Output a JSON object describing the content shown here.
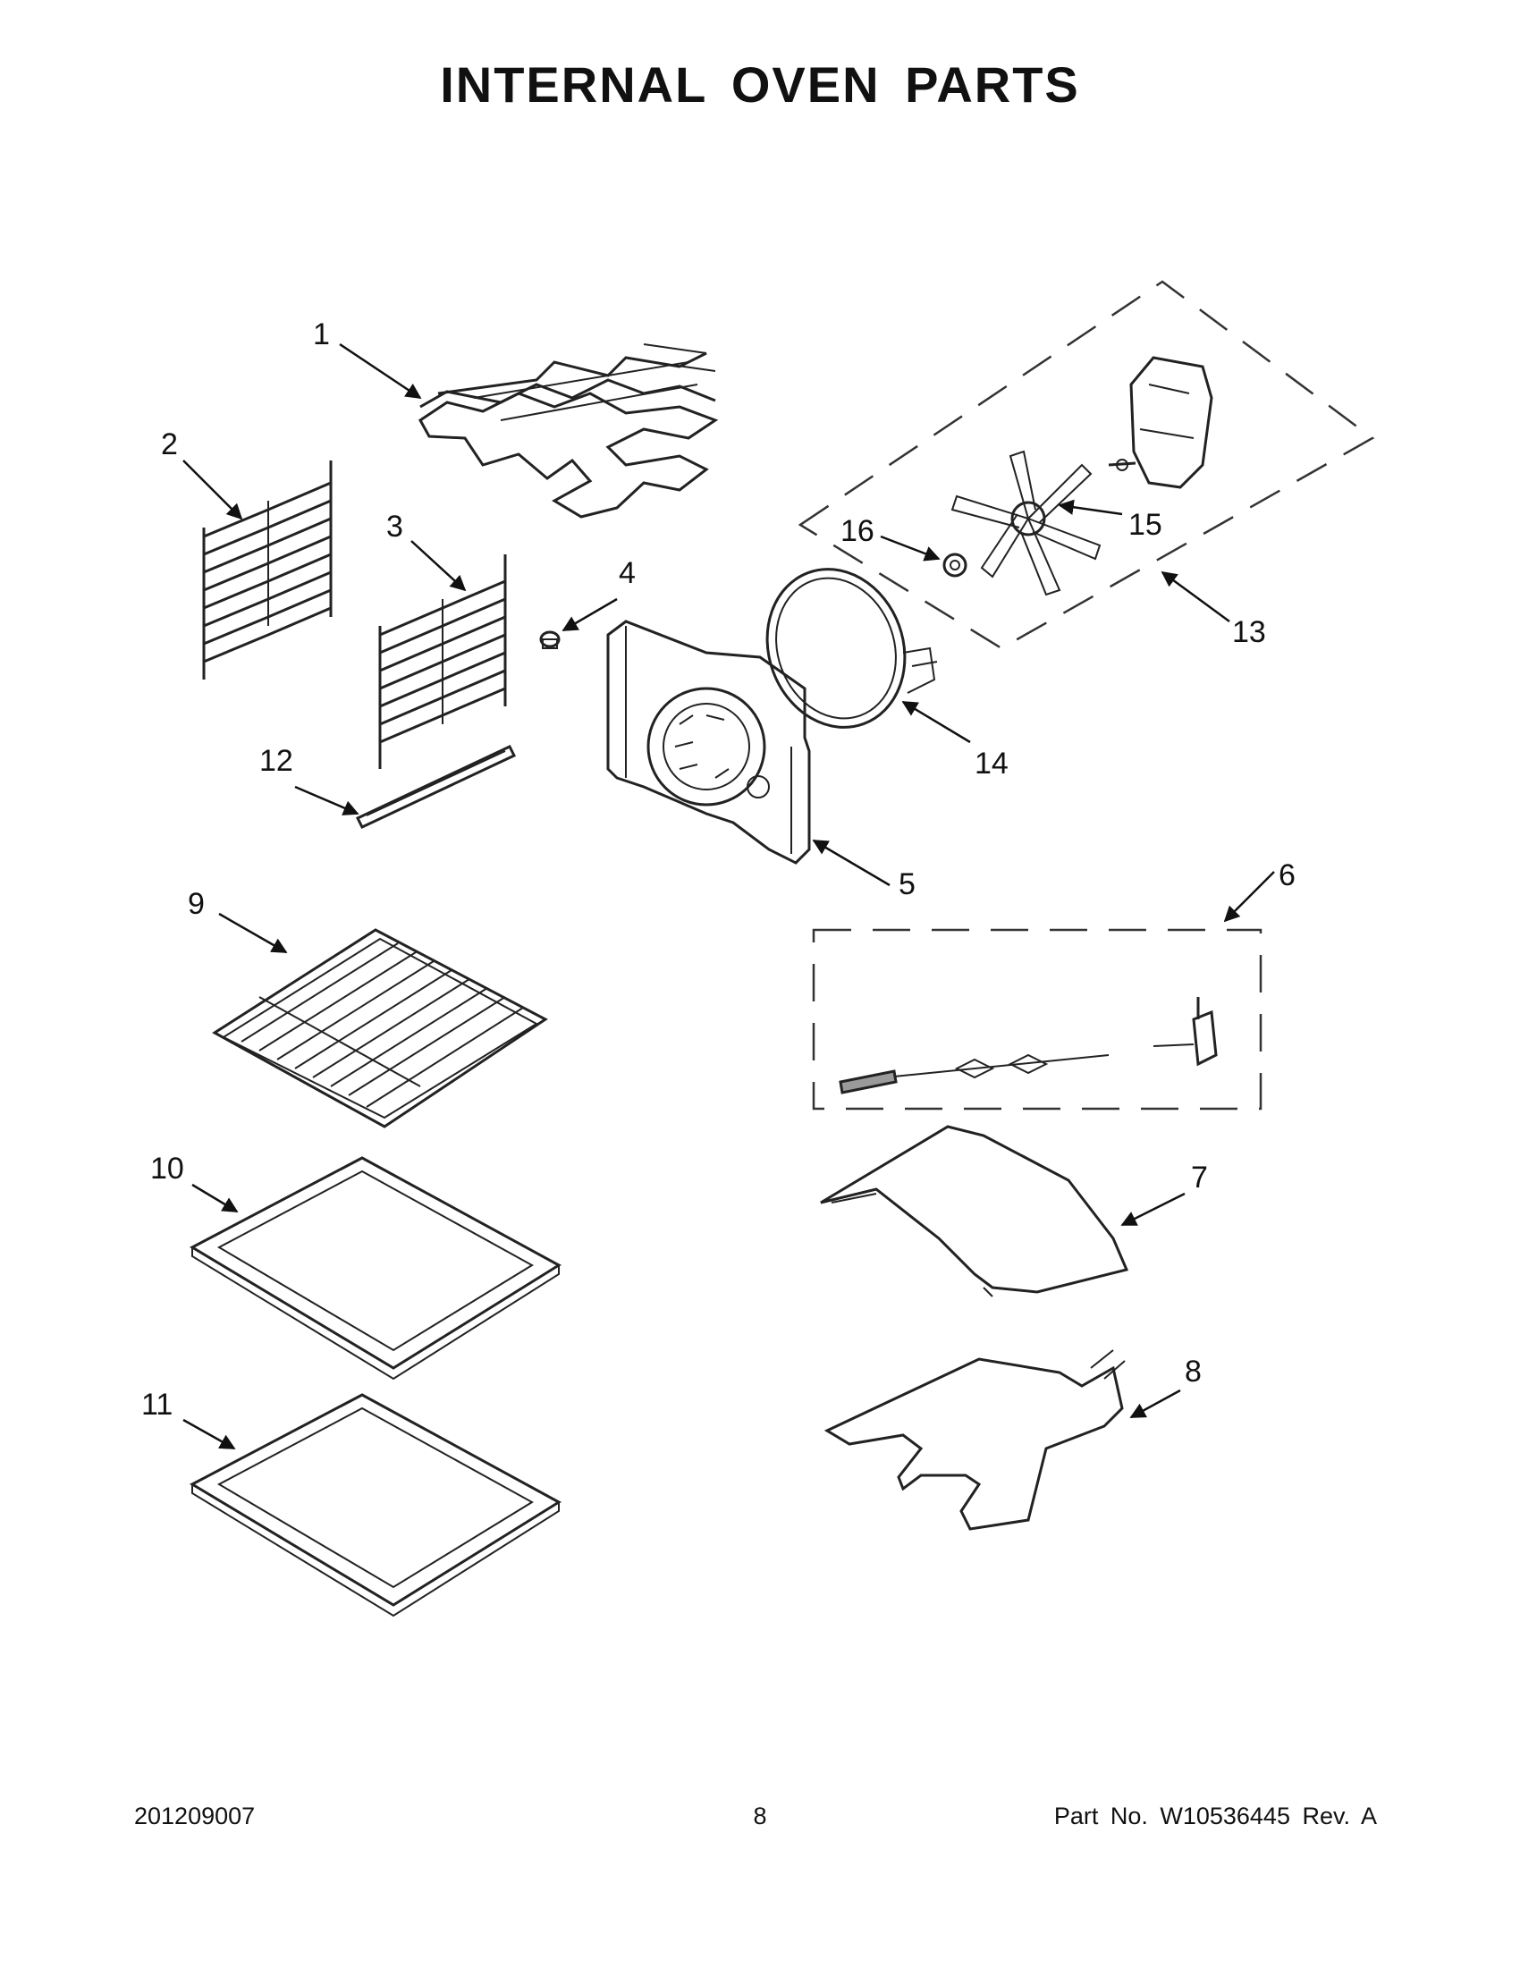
{
  "title": "INTERNAL OVEN PARTS",
  "callouts": {
    "c1": "1",
    "c2": "2",
    "c3": "3",
    "c4": "4",
    "c5": "5",
    "c6": "6",
    "c7": "7",
    "c8": "8",
    "c9": "9",
    "c10": "10",
    "c11": "11",
    "c12": "12",
    "c13": "13",
    "c14": "14",
    "c15": "15",
    "c16": "16"
  },
  "footer": {
    "doc_number": "201209007",
    "page_number": "8",
    "part_info": "Part No. W10536445 Rev. A"
  },
  "colors": {
    "line": "#222222",
    "background": "#ffffff"
  }
}
